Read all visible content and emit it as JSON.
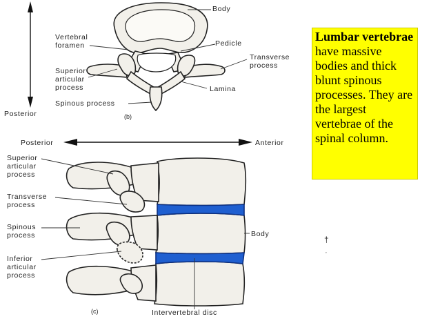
{
  "top_view": {
    "body": "Body",
    "vertebral_foramen": [
      "Vertebral",
      "foramen"
    ],
    "pedicle": "Pedicle",
    "transverse_process": [
      "Transverse",
      "process"
    ],
    "superior_articular_process": [
      "Superior",
      "articular",
      "process"
    ],
    "lamina": "Lamina",
    "spinous_process": "Spinous process",
    "posterior": "Posterior",
    "tag": "(b)"
  },
  "side_view": {
    "posterior": "Posterior",
    "anterior": "Anterior",
    "superior_articular_process": [
      "Superior",
      "articular",
      "process"
    ],
    "transverse_process": [
      "Transverse",
      "process"
    ],
    "spinous_process": [
      "Spinous",
      "process"
    ],
    "inferior_articular_process": [
      "Inferior",
      "articular",
      "process"
    ],
    "body": "Body",
    "intervertebral_disc": "Intervertebral disc",
    "tag": "(c)"
  },
  "callout": {
    "bold": "Lumbar vertebrae",
    "rest": " have massive bodies and thick blunt spinous processes.  They are the largest vertebrae of the spinal column."
  },
  "colors": {
    "disc": "#1f5fd0",
    "callout_bg": "#ffff00",
    "bone": "#f2f0ea"
  }
}
